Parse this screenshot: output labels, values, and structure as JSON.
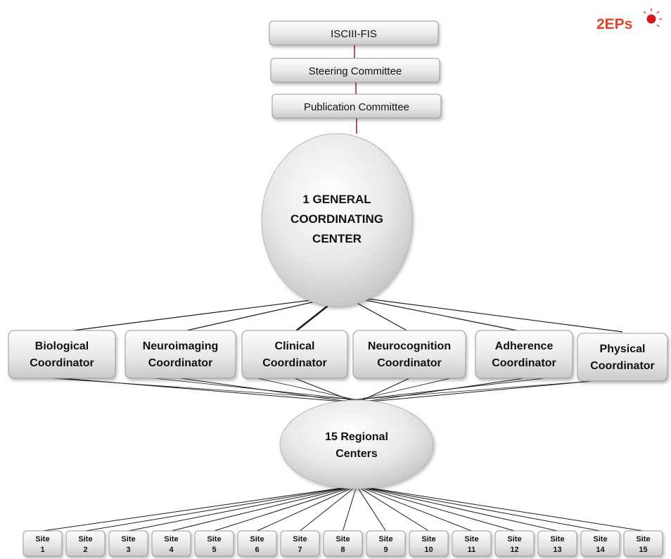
{
  "logo": {
    "text": "2EPs",
    "colors": {
      "two": "#e8402a",
      "eps": "#d6181f",
      "burst": "#e8402a"
    }
  },
  "top_chain": [
    {
      "label": "ISCIII-FIS"
    },
    {
      "label": "Steering Committee"
    },
    {
      "label": "Publication Committee"
    }
  ],
  "general_center": {
    "lines": [
      "1 GENERAL",
      "COORDINATING",
      "CENTER"
    ]
  },
  "coordinators": [
    {
      "lines": [
        "Biological",
        "Coordinator"
      ]
    },
    {
      "lines": [
        "Neuroimaging",
        "Coordinator"
      ]
    },
    {
      "lines": [
        "Clinical",
        "Coordinator"
      ]
    },
    {
      "lines": [
        "Neurocognition",
        "Coordinator"
      ]
    },
    {
      "lines": [
        "Adherence",
        "Coordinator"
      ]
    },
    {
      "lines": [
        "Physical",
        "Coordinator"
      ]
    }
  ],
  "regional": {
    "lines": [
      "15 Regional",
      "Centers"
    ]
  },
  "sites": [
    {
      "word": "Site",
      "num": "1"
    },
    {
      "word": "Site",
      "num": "2"
    },
    {
      "word": "Site",
      "num": "3"
    },
    {
      "word": "Site",
      "num": "4"
    },
    {
      "word": "Site",
      "num": "5"
    },
    {
      "word": "Site",
      "num": "6"
    },
    {
      "word": "Site",
      "num": "7"
    },
    {
      "word": "Site",
      "num": "8"
    },
    {
      "word": "Site",
      "num": "9"
    },
    {
      "word": "Site",
      "num": "10"
    },
    {
      "word": "Site",
      "num": "11"
    },
    {
      "word": "Site",
      "num": "12"
    },
    {
      "word": "Site",
      "num": "13"
    },
    {
      "word": "Site",
      "num": "14"
    },
    {
      "word": "Site",
      "num": "15"
    }
  ],
  "colors": {
    "connector_top": "#a11a2a",
    "connector": "#1a1a1a",
    "box_fill_top": "#fdfdfd",
    "box_fill_bottom": "#cfcfcf",
    "box_stroke": "#9a9a9a"
  }
}
